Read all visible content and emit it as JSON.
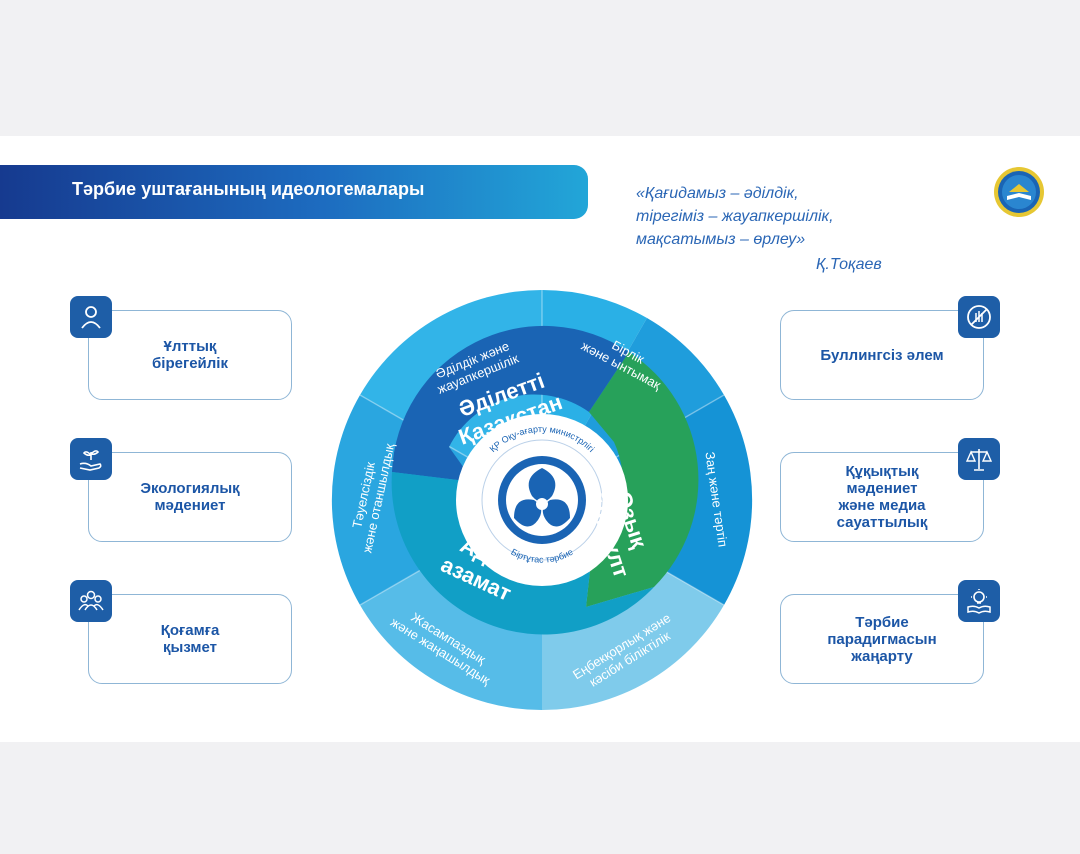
{
  "header": {
    "title": "Тәрбие уштағанының идеологемалары"
  },
  "quote": {
    "lines": [
      "«Қағидамыз – әділдік,",
      "тірегіміз – жауапкершілік,",
      "мақсатымыз – өрлеу»"
    ],
    "author": "Қ.Тоқаев"
  },
  "emblem": {
    "name": "ministry-emblem"
  },
  "left_cards": [
    {
      "label": "Ұлттық\nбірегейлік",
      "icon": "person-icon"
    },
    {
      "label": "Экологиялық\nмәдениет",
      "icon": "plant-hand-icon"
    },
    {
      "label": "Қоғамға\nқызмет",
      "icon": "people-group-icon"
    }
  ],
  "right_cards": [
    {
      "label": "Буллингсіз әлем",
      "icon": "stop-hand-icon"
    },
    {
      "label": "Құқықтық\nмәдениет\nжәне медиа\nсауаттылық",
      "icon": "scales-icon"
    },
    {
      "label": "Тәрбие\nпарадигмасын\nжаңарту",
      "icon": "lightbulb-book-icon"
    }
  ],
  "wheel": {
    "outer_segments": [
      "Әділдік және\nжауапкершілік",
      "Бірлік\nжәне ынтымақ",
      "Заң және тәртіп",
      "Еңбекқорлық және\nкәсіби біліктілік",
      "Жасампаздық\nжәне жаңашылдық",
      "Тәуелсіздік\nжәне отаншылдық"
    ],
    "inner_segments": [
      "Әділетті\nҚазақстан",
      "Озық\nойлы ұлт",
      "Адал\nазамат"
    ],
    "center_top": "ҚР Оқу-ағарту министрлігі",
    "center_bottom": "Біртұтас тәрбие"
  },
  "colors": {
    "brand_blue": "#1c56a6",
    "outer_ring": "#33b1e6",
    "inner_blue": "#1a64b4",
    "inner_green": "#27a15a",
    "inner_teal": "#119fc6"
  }
}
